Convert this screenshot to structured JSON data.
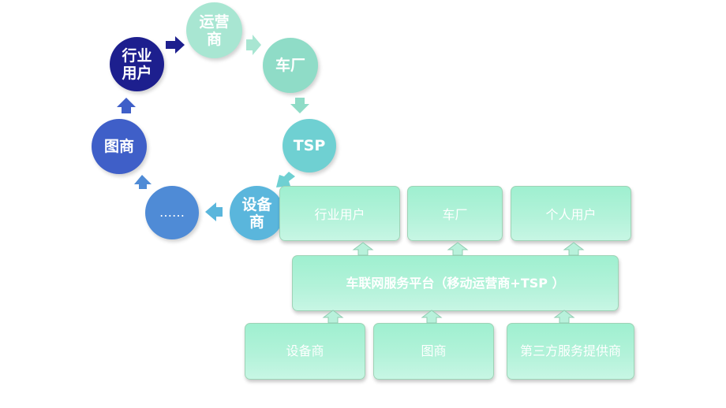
{
  "cycle": {
    "nodes": [
      {
        "label": "运营商",
        "color": "#a8e6d2"
      },
      {
        "label": "车厂",
        "color": "#8fdcc7"
      },
      {
        "label": "TSP",
        "color": "#6fd0d2"
      },
      {
        "label": "设备商",
        "color": "#5ab6dc"
      },
      {
        "label": "……",
        "color": "#4f8bd6"
      },
      {
        "label": "图商",
        "color": "#3f5fc8"
      },
      {
        "label": "行业用户",
        "color": "#1d1f8e"
      }
    ]
  },
  "platform": {
    "top_row": [
      "行业用户",
      "车厂",
      "个人用户"
    ],
    "center": "车联网服务平台（移动运营商+TSP ）",
    "bottom_row": [
      "设备商",
      "图商",
      "第三方服务提供商"
    ]
  },
  "colors": {
    "box_fill": "#b2f2d9",
    "box_border": "#9ed3b6",
    "arrow_dark": "#1d1f8e",
    "arrow_blue": "#3f5fc8",
    "arrow_teal": "#a8e6d2"
  }
}
